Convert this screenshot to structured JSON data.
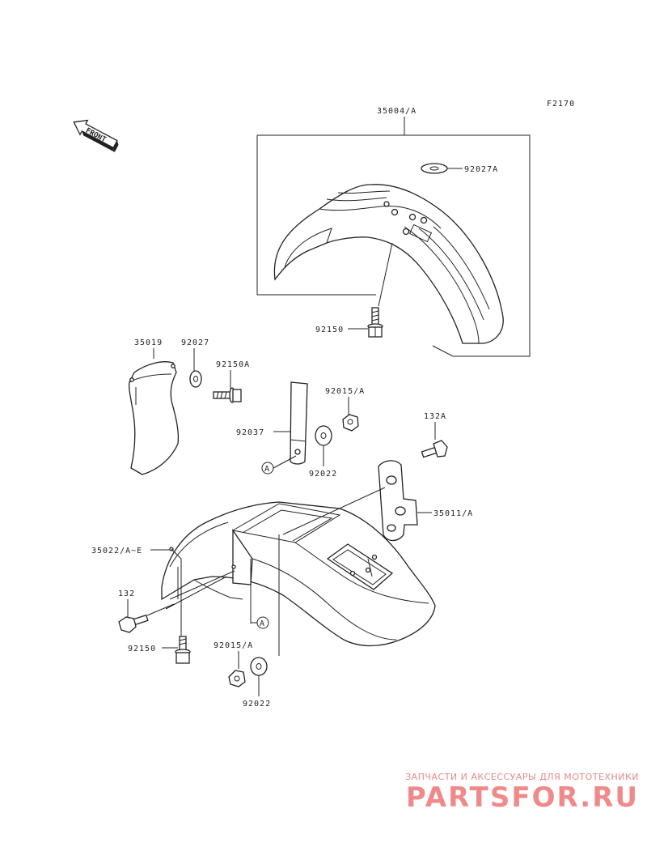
{
  "figure_code": "F2170",
  "front_label": "FRONT",
  "parts": {
    "p35004": "35004/A",
    "p92027A": "92027A",
    "p92150_top": "92150",
    "p35019": "35019",
    "p92027": "92027",
    "p92150A": "92150A",
    "p92015A_top": "92015/A",
    "p132A": "132A",
    "p92037": "92037",
    "p92022_mid": "92022",
    "p35011": "35011/A",
    "p35022": "35022/A~E",
    "p132": "132",
    "p92150_bot": "92150",
    "p92015A_bot": "92015/A",
    "p92022_bot": "92022",
    "ref_a": "A"
  },
  "watermark": {
    "tagline": "ЗАПЧАСТИ И АКСЕССУАРЫ ДЛЯ МОТОТЕХНИКИ",
    "logo": "PARTSFOR.RU"
  }
}
